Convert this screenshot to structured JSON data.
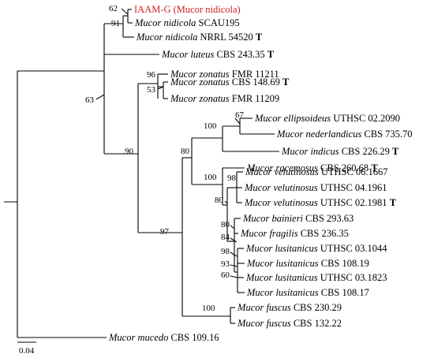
{
  "taxa": [
    {
      "id": "t1",
      "label": "IAAM-G (Mucor nidicola)",
      "species": "",
      "strain": "",
      "highlight": true
    },
    {
      "id": "t2",
      "species": "Mucor nidicola",
      "strain": "SCAU195",
      "type": false
    },
    {
      "id": "t3",
      "species": "Mucor nidicola",
      "strain": "NRRL 54520",
      "type": true
    },
    {
      "id": "t4",
      "species": "Mucor luteus",
      "strain": "CBS 243.35",
      "type": true
    },
    {
      "id": "t5",
      "species": "Mucor zonatus",
      "strain": "FMR 11211",
      "type": false
    },
    {
      "id": "t6",
      "species": "Mucor zonatus",
      "strain": "CBS 148.69",
      "type": true
    },
    {
      "id": "t7",
      "species": "Mucor zonatus",
      "strain": "FMR 11209",
      "type": false
    },
    {
      "id": "t8",
      "species": "Mucor ellipsoideus",
      "strain": "UTHSC 02.2090",
      "type": false
    },
    {
      "id": "t9",
      "species": "Mucor nederlandicus",
      "strain": "CBS 735.70",
      "type": false
    },
    {
      "id": "t10",
      "species": "Mucor indicus",
      "strain": "CBS 226.29",
      "type": true
    },
    {
      "id": "t11",
      "species": "Mucor racemosus",
      "strain": "CBS 260.68",
      "type": true
    },
    {
      "id": "t12",
      "species": "Mucor velutinosus",
      "strain": "UTHSC 06.1667",
      "type": false
    },
    {
      "id": "t13",
      "species": "Mucor velutinosus",
      "strain": "UTHSC 04.1961",
      "type": false
    },
    {
      "id": "t14",
      "species": "Mucor velutinosus",
      "strain": "UTHSC 02.1981",
      "type": true
    },
    {
      "id": "t15",
      "species": "Mucor bainieri",
      "strain": "CBS 293.63",
      "type": false
    },
    {
      "id": "t16",
      "species": "Mucor fragilis",
      "strain": "CBS 236.35",
      "type": false
    },
    {
      "id": "t17",
      "species": "Mucor lusitanicus",
      "strain": "UTHSC 03.1044",
      "type": false
    },
    {
      "id": "t18",
      "species": "Mucor lusitanicus",
      "strain": "CBS 108.19",
      "type": false
    },
    {
      "id": "t19",
      "species": "Mucor lusitanicus",
      "strain": "UTHSC 03.1823",
      "type": false
    },
    {
      "id": "t20",
      "species": "Mucor lusitanicus",
      "strain": "CBS 108.17",
      "type": false
    },
    {
      "id": "t21",
      "species": "Mucor fuscus",
      "strain": "CBS 230.29",
      "type": false
    },
    {
      "id": "t22",
      "species": "Mucor fuscus",
      "strain": "CBS 132.22",
      "type": false
    },
    {
      "id": "t23",
      "species": "Mucor mucedo",
      "strain": "CBS 109.16",
      "type": false
    }
  ],
  "type_marker": "T",
  "supports": [
    "62",
    "91",
    "63",
    "96",
    "53",
    "90",
    "80",
    "100",
    "67",
    "100",
    "98",
    "80",
    "97",
    "80",
    "84",
    "98",
    "93",
    "60",
    "100"
  ],
  "scale_bar": {
    "label": "0.04",
    "value": 0.04
  },
  "colors": {
    "highlight": "#d42020",
    "branch": "#000000"
  }
}
